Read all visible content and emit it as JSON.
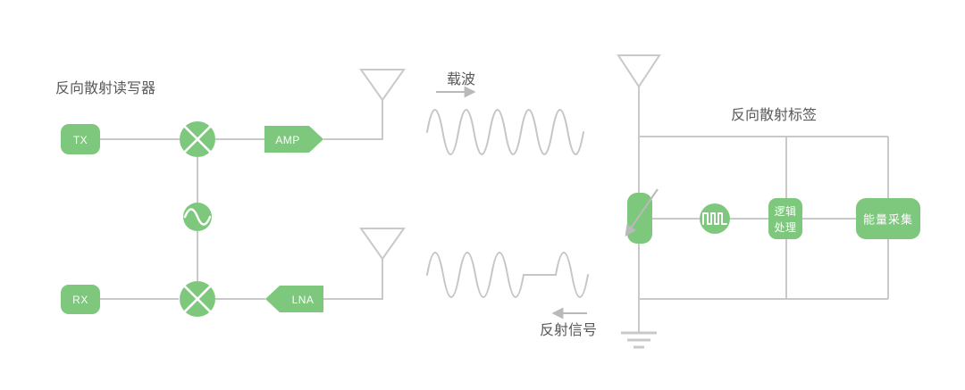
{
  "colors": {
    "green": "#7DC87D",
    "wire": "#C9C9C9",
    "wave": "#C6C6C6",
    "arrow": "#B9B9B9",
    "label_text": "#595959",
    "box_text": "#FDFDFD",
    "background": "#FFFFFF"
  },
  "reader": {
    "title": "反向散射读写器",
    "tx_label": "TX",
    "rx_label": "RX",
    "amp_label": "AMP",
    "lna_label": "LNA"
  },
  "channel": {
    "carrier_label": "载波",
    "reflected_label": "反射信号"
  },
  "tag": {
    "title": "反向散射标签",
    "logic_line1": "逻辑",
    "logic_line2": "处理",
    "energy_label": "能量采集"
  },
  "icons": {
    "mixer": "circle-with-x-cross",
    "oscillator": "circle-with-sine-wave",
    "antenna": "inverted-triangle-with-stem",
    "modulated-signal": "circle-with-square-wave",
    "variable-impedance": "rounded-rect-with-diagonal-arrow",
    "ground": "three-bar-ground",
    "carrier-arrow": "arrow-right",
    "reflected-arrow": "arrow-left"
  }
}
